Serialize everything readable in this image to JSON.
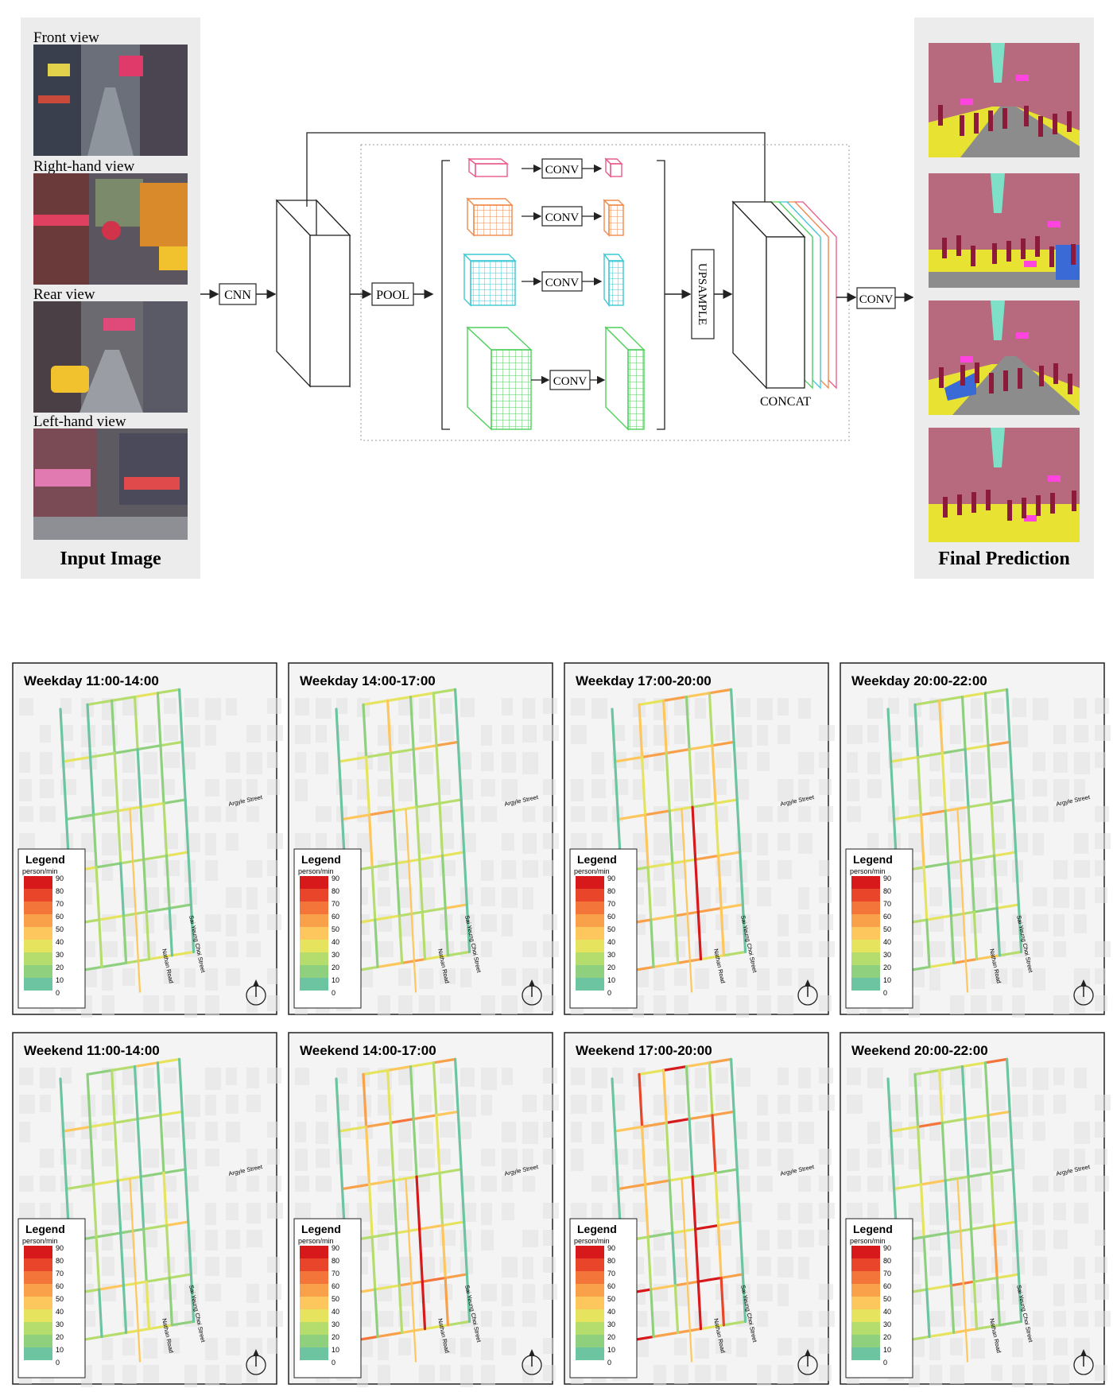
{
  "input": {
    "views": [
      "Front view",
      "Right-hand view",
      "Rear view",
      "Left-hand view"
    ],
    "caption": "Input Image"
  },
  "output": {
    "caption": "Final Prediction"
  },
  "pipeline": {
    "cnn": "CNN",
    "pool": "POOL",
    "conv": "CONV",
    "upsample": "UPSAMPLE",
    "concat": "CONCAT",
    "final_conv": "CONV"
  },
  "map_panels": [
    {
      "title": "Weekday 11:00-14:00",
      "variant": 0
    },
    {
      "title": "Weekday 14:00-17:00",
      "variant": 1
    },
    {
      "title": "Weekday 17:00-20:00",
      "variant": 2
    },
    {
      "title": "Weekday 20:00-22:00",
      "variant": 3
    },
    {
      "title": "Weekend 11:00-14:00",
      "variant": 4
    },
    {
      "title": "Weekend 14:00-17:00",
      "variant": 5
    },
    {
      "title": "Weekend 17:00-20:00",
      "variant": 6
    },
    {
      "title": "Weekend 20:00-22:00",
      "variant": 7
    }
  ],
  "legend": {
    "title": "Legend",
    "unit": "person/min",
    "values": [
      "90",
      "80",
      "70",
      "60",
      "50",
      "40",
      "30",
      "20",
      "10",
      "0"
    ],
    "colors": [
      "#d7191c",
      "#e8452a",
      "#f4753a",
      "#f9a14a",
      "#fdc75e",
      "#e6e35f",
      "#b5dd6e",
      "#8fd07f",
      "#6cc4a0",
      "#4f9fd6"
    ]
  },
  "street_labels": {
    "argyle": "Argyle Street",
    "nathan": "Nathan Road",
    "sai_yeung": "Sai Yeung Choi Street"
  },
  "seg_colors": {
    "sky": "#7fe0c8",
    "building": "#b76a7e",
    "road": "#8c8c8c",
    "sidewalk": "#e8e332",
    "person": "#8c1a3a",
    "sign": "#ff44e0",
    "vehicle": "#3a6ad6"
  }
}
